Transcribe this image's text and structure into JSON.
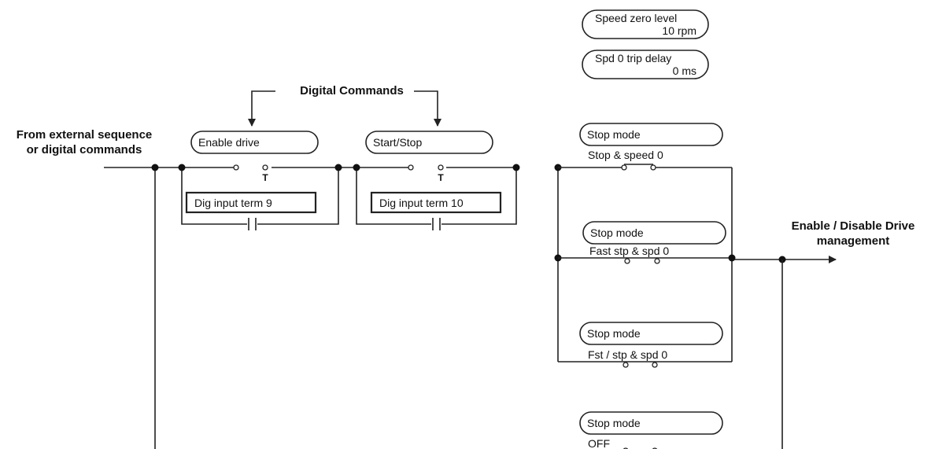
{
  "param_boxes": {
    "speed_zero_level": {
      "title": "Speed zero level",
      "value": "10  rpm"
    },
    "spd0_trip_delay": {
      "title": "Spd 0 trip delay",
      "value": "0  ms"
    }
  },
  "labels": {
    "digital_commands": "Digital Commands",
    "from_external_line1": "From external sequence",
    "from_external_line2": "or digital commands",
    "enable_disable_line1": "Enable / Disable Drive",
    "enable_disable_line2": "management"
  },
  "enable_drive": {
    "param": "Enable drive",
    "dig_input": "Dig input term 9",
    "t_label": "T"
  },
  "start_stop": {
    "param": "Start/Stop",
    "dig_input": "Dig input term 10",
    "t_label": "T"
  },
  "stop_modes": [
    {
      "param": "Stop mode",
      "option": "Stop & speed 0"
    },
    {
      "param": "Stop mode",
      "option": "Fast stp & spd 0"
    },
    {
      "param": "Stop mode",
      "option": "Fst / stp & spd 0"
    },
    {
      "param": "Stop mode",
      "option": "OFF"
    }
  ]
}
